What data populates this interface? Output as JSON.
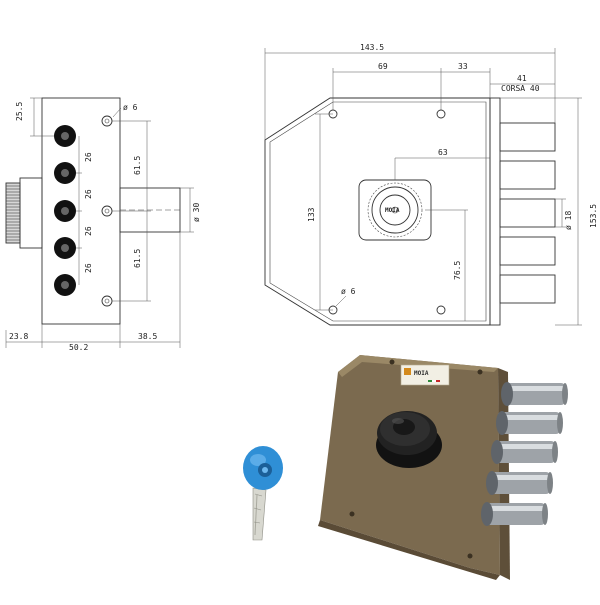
{
  "side_view": {
    "dims": {
      "top_offset": "25.5",
      "pin_hole_dia": "ø 6",
      "pitch_1": "26",
      "pitch_2": "26",
      "pitch_3": "26",
      "pitch_4": "26",
      "upper_half": "61.5",
      "lower_half": "61.5",
      "cylinder_dia": "ø 30",
      "knob_width": "23.8",
      "body_depth": "50.2",
      "cylinder_projection": "38.5"
    }
  },
  "front_view": {
    "dims": {
      "total_width": "143.5",
      "hole_spacing": "69",
      "hole_to_edge": "33",
      "throw": "41",
      "corsa_label": "CORSA 40",
      "backset": "63",
      "height_total": "133",
      "cylinder_height": "76.5",
      "bolt_dia": "ø 18",
      "overall_height": "153.5",
      "mount_hole_dia": "ø 6"
    },
    "cylinder_brand": "MOIA"
  },
  "photo": {
    "brand_label": "MOIA",
    "colors": {
      "body": "#7b6a4f",
      "bolt": "#9ea3a8",
      "knob": "#222222",
      "key_head": "#2f8fd6",
      "key_blade": "#d8d8d0"
    }
  }
}
